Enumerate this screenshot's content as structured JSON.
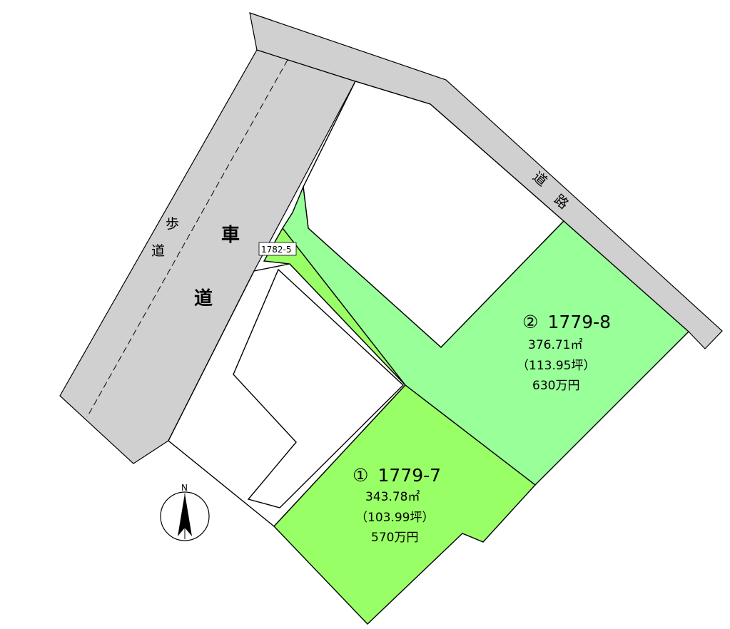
{
  "colors": {
    "road": "#d0d0d0",
    "plot1": "#99ff66",
    "plot2": "#99ff99",
    "outline": "#000000"
  },
  "main_road": {
    "label_chars": [
      "車",
      "道"
    ],
    "sidewalk_chars": [
      "歩",
      "道"
    ]
  },
  "side_road": {
    "label_chars": [
      "道",
      "路"
    ]
  },
  "parcel_tag": "1782-5",
  "plots": [
    {
      "marker": "①",
      "number": "1779-7",
      "area": "343.78㎡",
      "tsubo": "（103.99坪）",
      "price": "570万円"
    },
    {
      "marker": "②",
      "number": "1779-8",
      "area": "376.71㎡",
      "tsubo": "（113.95坪）",
      "price": "630万円"
    }
  ],
  "compass": {
    "north_label": "N",
    "icon": "north-arrow-icon"
  }
}
